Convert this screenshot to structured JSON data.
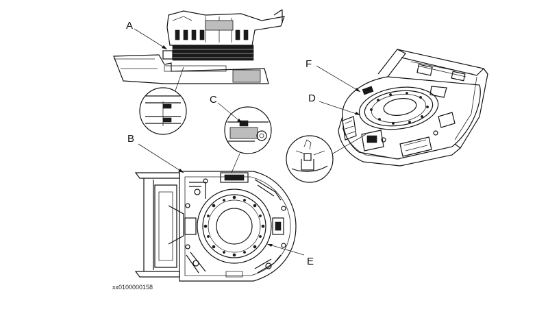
{
  "diagram": {
    "callouts": {
      "a": "A",
      "b": "B",
      "c": "C",
      "d": "D",
      "e": "E",
      "f": "F"
    },
    "figure_id": "xx0100000158"
  }
}
